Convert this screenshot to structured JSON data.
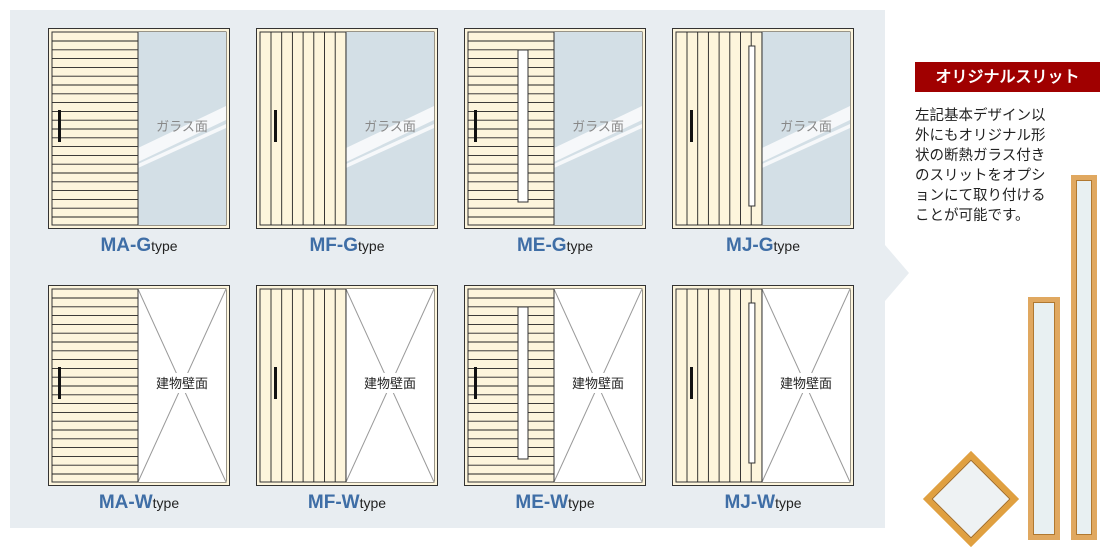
{
  "cards": [
    {
      "code": "MA-G",
      "suffix": "type",
      "pattern": "horizontal",
      "slit": false,
      "right": "glass"
    },
    {
      "code": "MF-G",
      "suffix": "type",
      "pattern": "vertical",
      "slit": false,
      "right": "glass"
    },
    {
      "code": "ME-G",
      "suffix": "type",
      "pattern": "horizontal",
      "slit": true,
      "right": "glass"
    },
    {
      "code": "MJ-G",
      "suffix": "type",
      "pattern": "vertical",
      "slit": true,
      "right": "glass"
    },
    {
      "code": "MA-W",
      "suffix": "type",
      "pattern": "horizontal",
      "slit": false,
      "right": "wall"
    },
    {
      "code": "MF-W",
      "suffix": "type",
      "pattern": "vertical",
      "slit": false,
      "right": "wall"
    },
    {
      "code": "ME-W",
      "suffix": "type",
      "pattern": "horizontal",
      "slit": true,
      "right": "wall"
    },
    {
      "code": "MJ-W",
      "suffix": "type",
      "pattern": "vertical",
      "slit": true,
      "right": "wall"
    }
  ],
  "labels": {
    "glass": "ガラス面",
    "wall": "建物壁面"
  },
  "side": {
    "title": "オリジナルスリット",
    "description": "左記基本デザイン以外にもオリジナル形状の断熱ガラス付きのスリットをオプションにて取り付けることが可能です。"
  },
  "colors": {
    "panel": "#e8edf1",
    "cream": "#fdf5dc",
    "glass": "#d3dfe6",
    "accent": "#3f6ea6",
    "title_bg": "#a00000"
  }
}
